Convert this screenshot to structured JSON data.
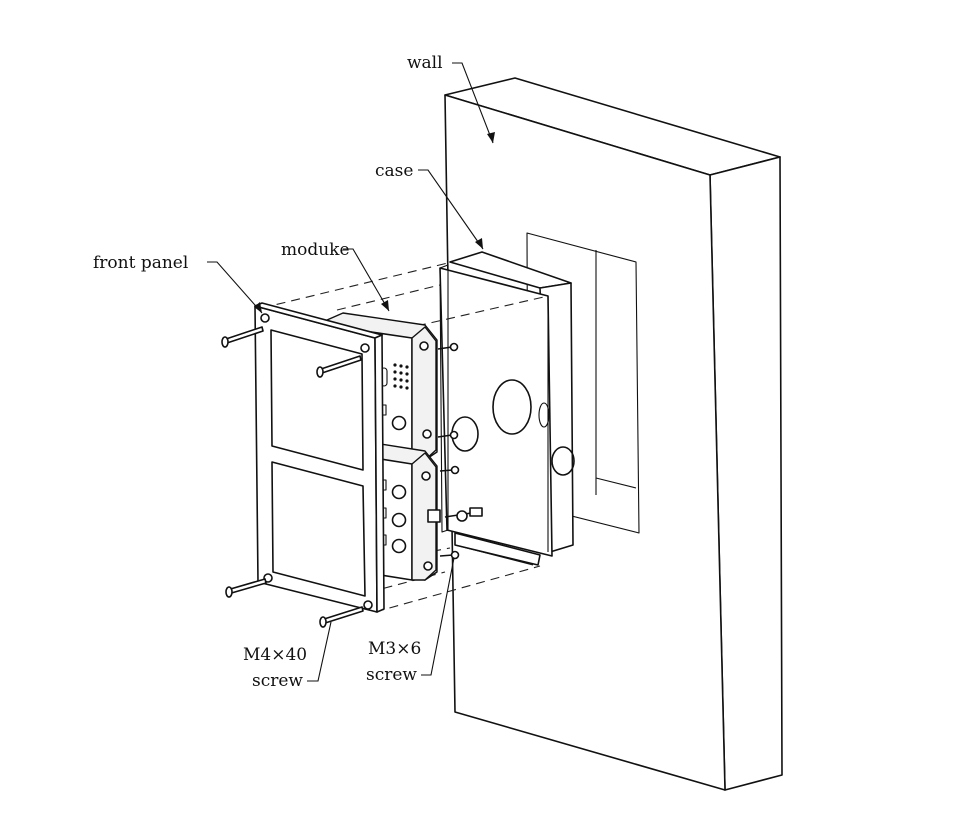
{
  "labels": {
    "wall": "wall",
    "case": "case",
    "module": "moduke",
    "front_panel": "front panel",
    "m4_size": "M4×40",
    "m4_screw": "screw",
    "m3_size": "M3×6",
    "m3_screw": "screw"
  }
}
